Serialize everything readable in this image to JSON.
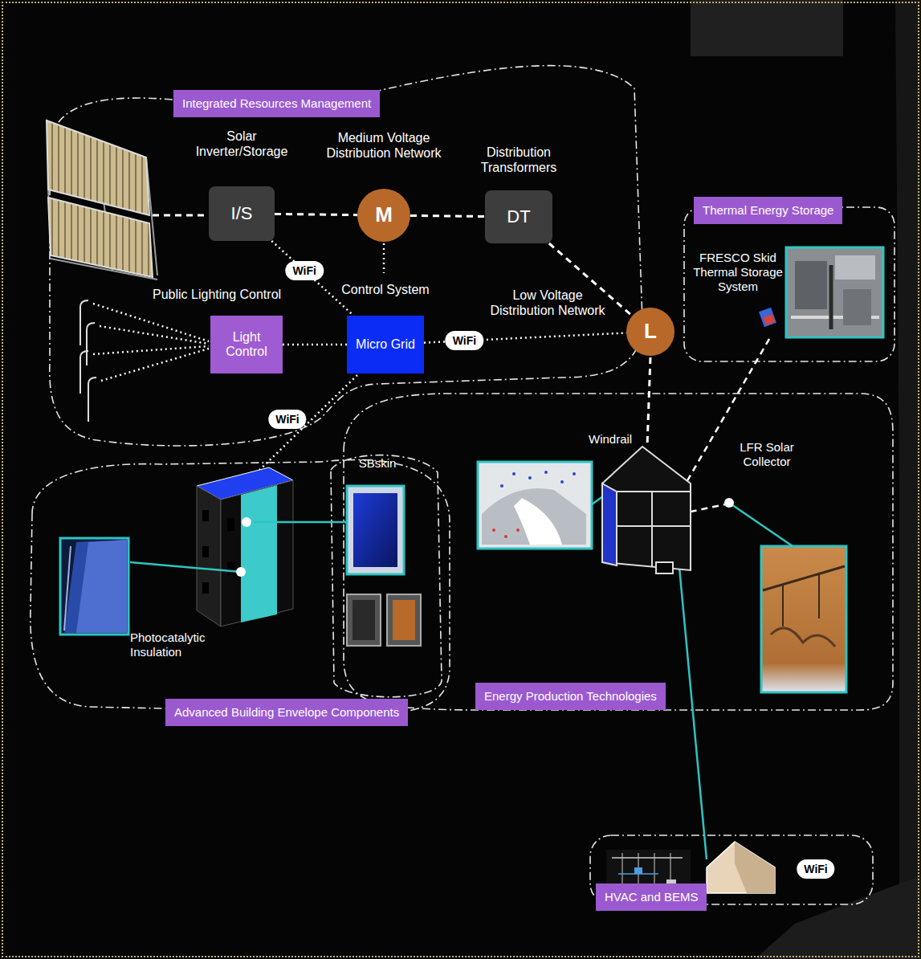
{
  "diagram": {
    "nodes": [
      {
        "text": [
          "Integrated Resources Management"
        ]
      },
      {
        "text": [
          "Solar Inverter/Storage",
          "I/S"
        ]
      },
      {
        "text": [
          "Medium Voltage Distribution Network",
          "M"
        ]
      },
      {
        "text": [
          "Distribution Transformers",
          "DT"
        ]
      },
      {
        "text": [
          "Thermal Energy Storage"
        ]
      },
      {
        "text": [
          "Public Lighting Control",
          "Light Control"
        ]
      },
      {
        "text": [
          "Control System",
          "Micro Grid"
        ]
      },
      {
        "text": [
          "Low Voltage Distribution Network",
          "L"
        ]
      },
      {
        "text": [
          "Advanced Building Envelope Components"
        ]
      },
      {
        "text": [
          "Energy Production Technologies"
        ]
      },
      {
        "text": [
          "HVAC and BEMS"
        ]
      }
    ],
    "edges": [
      {
        "from": 1,
        "to": 2,
        "arrow": "none"
      },
      {
        "from": 2,
        "to": 3,
        "arrow": "none"
      },
      {
        "from": 3,
        "to": 7,
        "arrow": "none"
      },
      {
        "from": 1,
        "to": 6,
        "arrow": "none",
        "label": "WiFi"
      },
      {
        "from": 5,
        "to": 6,
        "arrow": "none"
      },
      {
        "from": 6,
        "to": 7,
        "arrow": "none",
        "label": "WiFi"
      }
    ],
    "labels": [
      "FRESCO Skid Thermal Storage System",
      "WiFi",
      "SBskin",
      "Windrail",
      "LFR Solar Collector",
      "Photocatalytic Insulation",
      "WiFi"
    ]
  }
}
